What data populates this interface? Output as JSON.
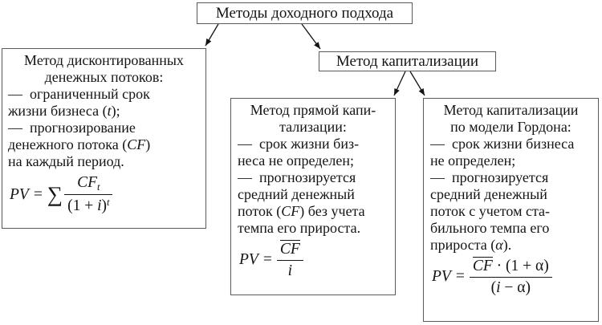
{
  "diagram": {
    "root": {
      "label": "Методы доходного подхода"
    },
    "capitalization": {
      "label": "Метод капитализации"
    },
    "dcf": {
      "t1": "Метод дисконтированных",
      "t2": "денежных потоков:",
      "b1": "— ограниченный срок",
      "b2a": "жизни бизнеса (",
      "b2b": "t",
      "b2c": ");",
      "b3": "— прогнозирование",
      "b4a": "денежного потока (",
      "b4b": "CF",
      "b4c": ")",
      "b5": "на каждый период.",
      "f_lhs": "PV",
      "f_eq": "=",
      "f_sum": "∑",
      "f_num": "CF",
      "f_num_sub": "t",
      "f_den_pre": "(1 + ",
      "f_den_i": "i",
      "f_den_close": ")",
      "f_den_sup": "t"
    },
    "direct": {
      "t1": "Метод прямой капи-",
      "t2": "тализации:",
      "b1": "— срок жизни биз-",
      "b2": "неса не определен;",
      "b3": "— прогнозируется",
      "b4": "средний денежный",
      "b5a": "поток (",
      "b5b": "CF",
      "b5c": ") без учета",
      "b6": "темпа его прироста.",
      "f_lhs": "PV",
      "f_eq": "=",
      "f_num": "CF",
      "f_den": "i"
    },
    "gordon": {
      "t1": "Метод капитализации",
      "t2": "по модели Гордона:",
      "b1": "— срок жизни бизнеса",
      "b2": "не определен;",
      "b3": "— прогнозируется",
      "b4": "средний денежный",
      "b5": "поток с учетом ста-",
      "b6": "бильного темпа его",
      "b7a": "прироста (",
      "b7b": "α",
      "b7c": ").",
      "f_lhs": "PV",
      "f_eq": "=",
      "f_num_cf": "CF",
      "f_num_rest": " · (1 + α)",
      "f_den_open": "(",
      "f_den_i": "i",
      "f_den_rest": " − α)"
    },
    "edges": [
      {
        "from": "root",
        "to": "dcf"
      },
      {
        "from": "root",
        "to": "capitalization"
      },
      {
        "from": "capitalization",
        "to": "direct"
      },
      {
        "from": "capitalization",
        "to": "gordon"
      }
    ],
    "colors": {
      "border": "#5a5a5a",
      "text": "#141414",
      "background": "#ffffff"
    }
  }
}
